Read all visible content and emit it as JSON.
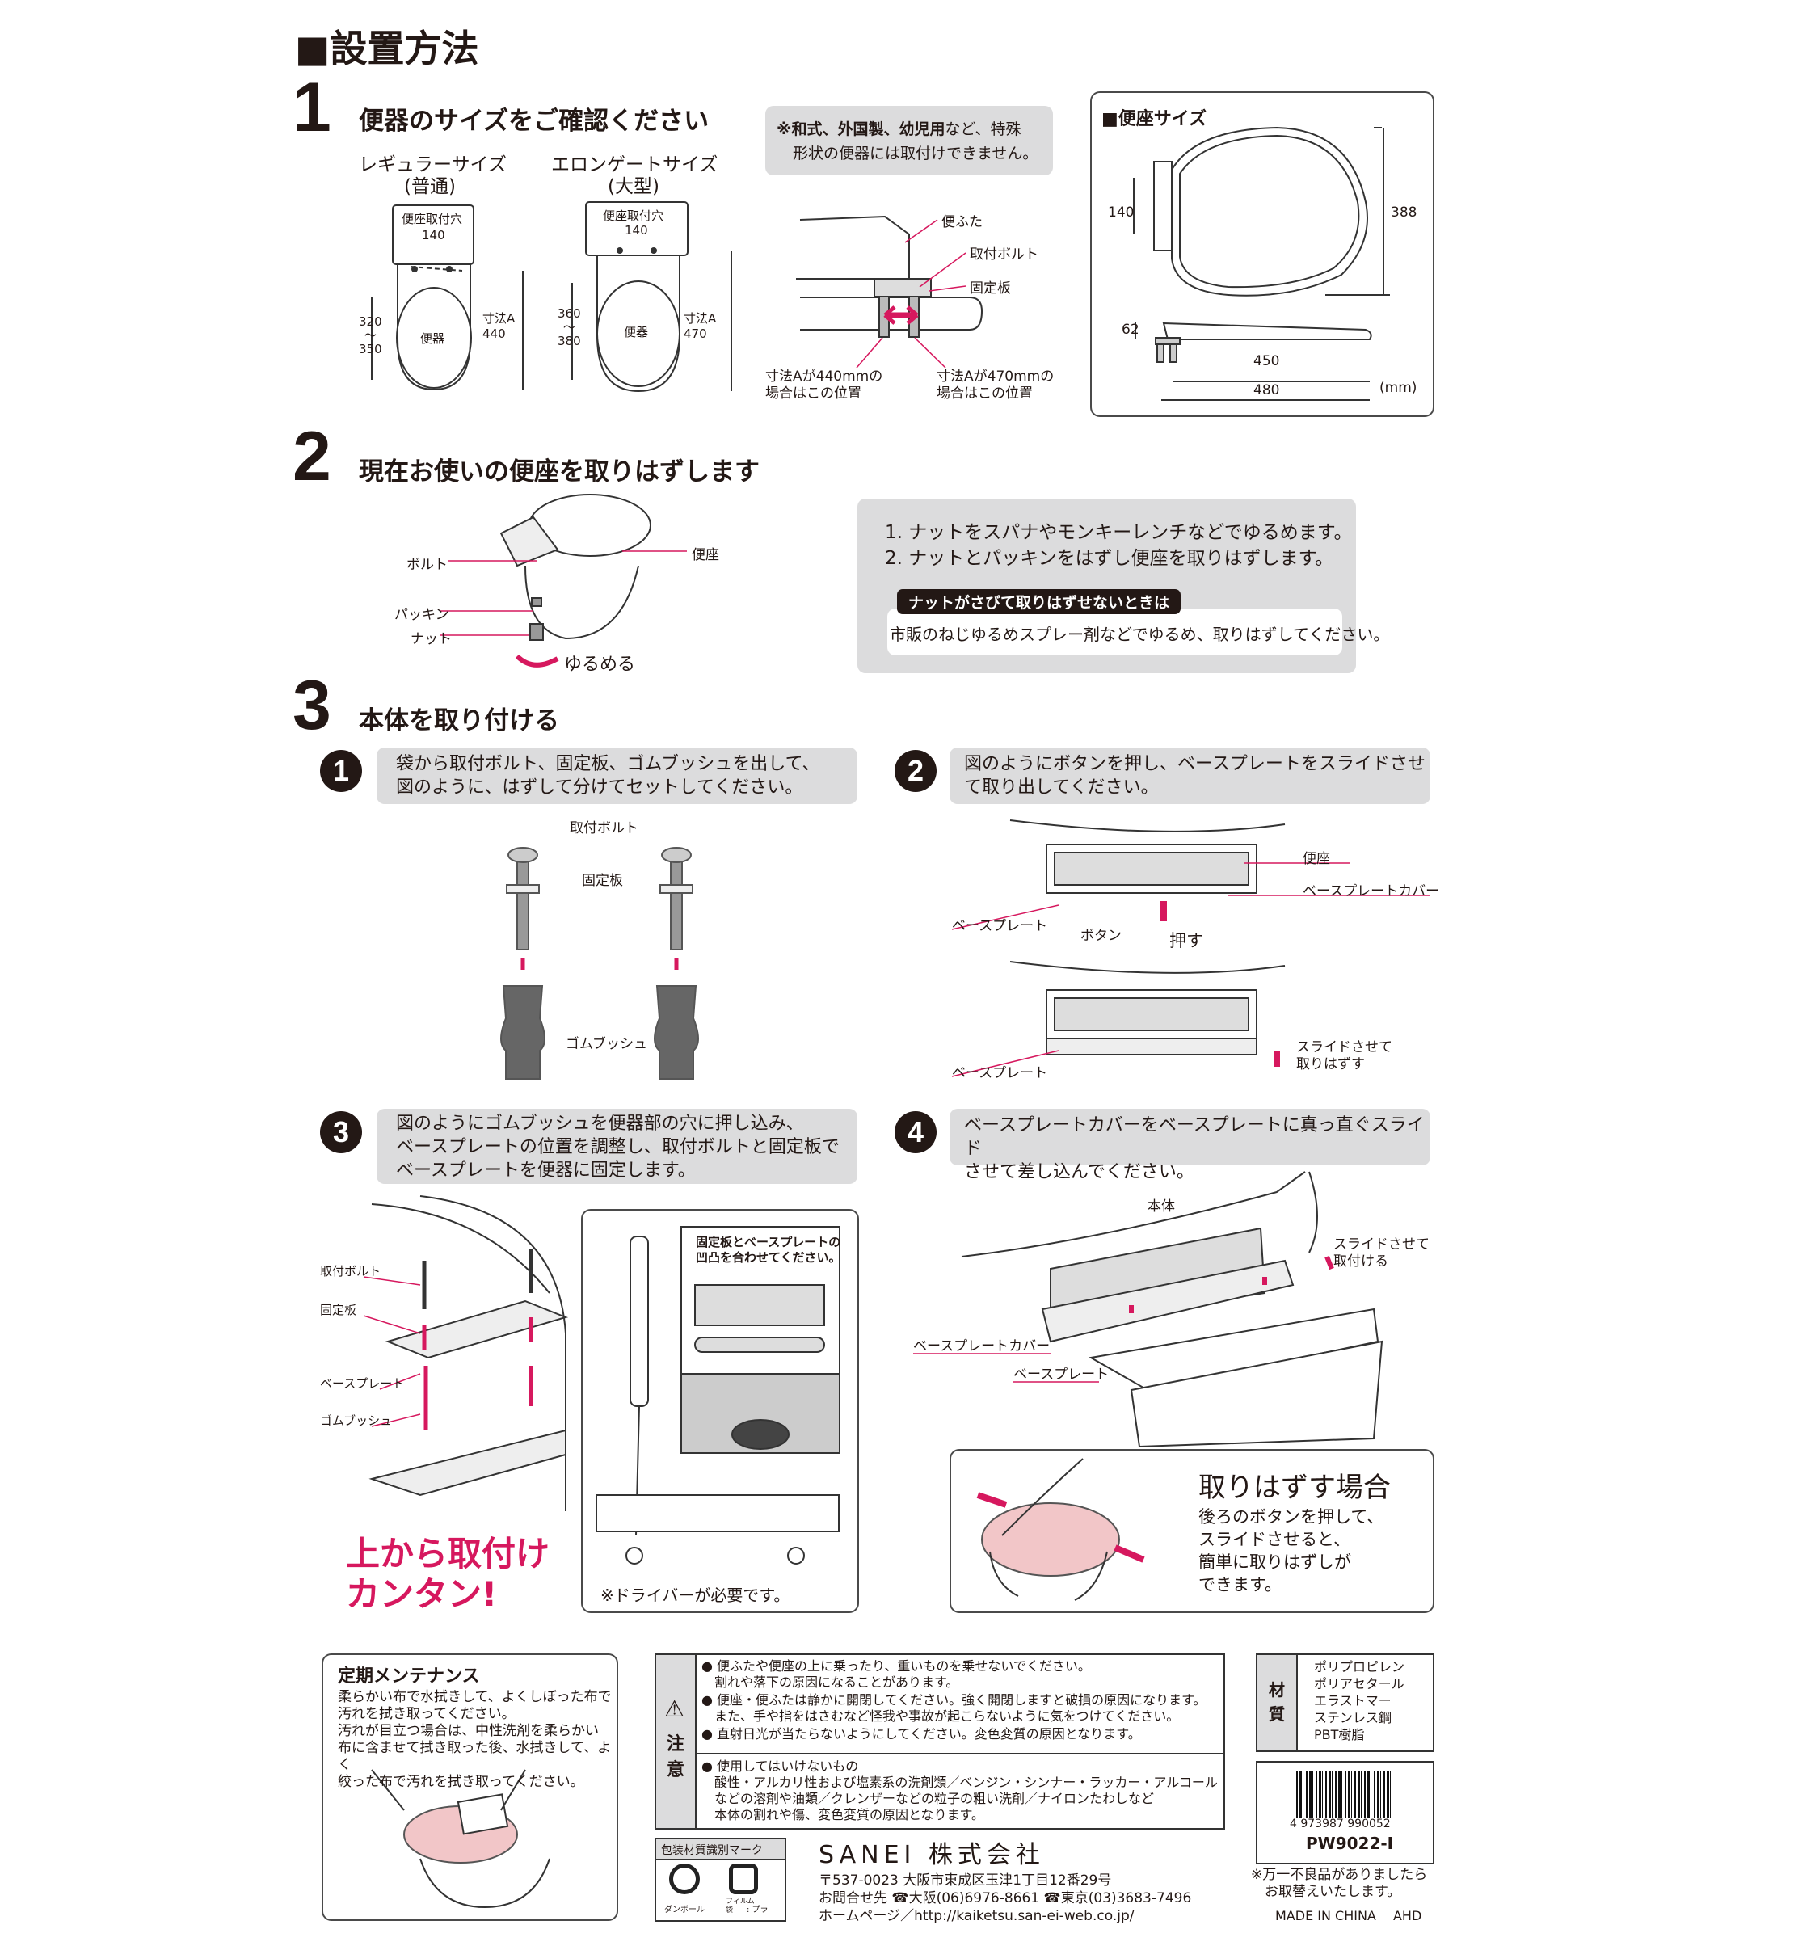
{
  "title": "■設置方法",
  "step1": {
    "number": "1",
    "heading": "便器のサイズをご確認ください",
    "regular": {
      "label": "レギュラーサイズ",
      "sub": "(普通)",
      "hole_label": "便座取付穴",
      "hole_pitch": "140",
      "bowl_label": "便器",
      "range": "320\n〜\n350",
      "dim_a": "寸法A\n440"
    },
    "elongated": {
      "label": "エロンゲートサイズ",
      "sub": "(大型)",
      "hole_label": "便座取付穴",
      "hole_pitch": "140",
      "bowl_label": "便器",
      "range": "360\n〜\n380",
      "dim_a": "寸法A\n470"
    },
    "note_bold": "※和式、外国製、幼児用",
    "note_rest": "など、特殊",
    "note_line2": "形状の便器には取付けできません。",
    "side": {
      "lid": "便ふた",
      "bolt": "取付ボルト",
      "plate": "固定板",
      "pos440": "寸法Aが440mmの\n場合はこの位置",
      "pos470": "寸法Aが470mmの\n場合はこの位置"
    },
    "seat_size": {
      "title": "■便座サイズ",
      "pitch": "140",
      "length": "388",
      "height": "62",
      "w450": "450",
      "w480": "480",
      "unit": "(mm)"
    }
  },
  "step2": {
    "number": "2",
    "heading": "現在お使いの便座を取りはずします",
    "labels": {
      "bolt": "ボルト",
      "packing": "パッキン",
      "nut": "ナット",
      "seat": "便座",
      "loosen": "ゆるめる"
    },
    "instructions": [
      "1. ナットをスパナやモンキーレンチなどでゆるめます。",
      "2. ナットとパッキンをはずし便座を取りはずします。"
    ],
    "tip_title": "ナットがさびて取りはずせないときは",
    "tip_text": "市販のねじゆるめスプレー剤などでゆるめ、取りはずしてください。"
  },
  "step3": {
    "number": "3",
    "heading": "本体を取り付ける",
    "substeps": [
      {
        "num": "1",
        "text": "袋から取付ボルト、固定板、ゴムブッシュを出して、\n図のように、はずして分けてセットしてください。"
      },
      {
        "num": "2",
        "text": "図のようにボタンを押し、ベースプレートをスライドさせ\nて取り出してください。"
      },
      {
        "num": "3",
        "text": "図のようにゴムブッシュを便器部の穴に押し込み、\nベースプレートの位置を調整し、取付ボルトと固定板で\nベースプレートを便器に固定します。"
      },
      {
        "num": "4",
        "text": "ベースプレートカバーをベースプレートに真っ直ぐスライド\nさせて差し込んでください。"
      }
    ],
    "parts": {
      "bolt": "取付ボルト",
      "plate": "固定板",
      "bush": "ゴムブッシュ"
    },
    "remove": {
      "seat": "便座",
      "cover": "ベースプレートカバー",
      "base": "ベースプレート",
      "button": "ボタン",
      "push": "押す",
      "base2": "ベースプレート",
      "slide": "スライドさせて\n取りはずす"
    },
    "fix": {
      "bolt": "取付ボルト",
      "plate": "固定板",
      "base": "ベースプレート",
      "bush": "ゴムブッシュ",
      "slogan": "上から取付け\nカンタン!"
    },
    "driver": {
      "inset": "固定板とベースプレートの\n凹凸を合わせてください。",
      "note": "※ドライバーが必要です。"
    },
    "attach": {
      "body": "本体",
      "slide": "スライドさせて\n取付ける",
      "cover": "ベースプレートカバー",
      "base": "ベースプレート"
    },
    "detach": {
      "title": "取りはずす場合",
      "text": "後ろのボタンを押して、\nスライドさせると、\n簡単に取りはずしが\nできます。"
    }
  },
  "maintenance": {
    "title": "定期メンテナンス",
    "text": "柔らかい布で水拭きして、よくしぼった布で\n汚れを拭き取ってください。\n汚れが目立つ場合は、中性洗剤を柔らかい\n布に含ませて拭き取った後、水拭きして、よく\n絞った布で汚れを拭き取ってください。"
  },
  "caution": {
    "label": "注\n意",
    "group1": [
      "● 便ふたや便座の上に乗ったり、重いものを乗せないでください。\n　割れや落下の原因になることがあります。",
      "● 便座・便ふたは静かに開閉してください。強く開閉しますと破損の原因になります。\n　また、手や指をはさむなど怪我や事故が起こらないように気をつけてください。",
      "● 直射日光が当たらないようにしてください。変色変質の原因となります。"
    ],
    "group2": "● 使用してはいけないもの\n　酸性・アルカリ性および塩素系の洗剤類／ベンジン・シンナー・ラッカー・アルコール\n　などの溶剤や油類／クレンザーなどの粒子の粗い洗剤／ナイロンたわしなど\n　本体の割れや傷、変色変質の原因となります。"
  },
  "materials": {
    "label": "材\n質",
    "items": [
      "ポリプロピレン",
      "ポリアセタール",
      "エラストマー",
      "ステンレス鋼",
      "PBT樹脂"
    ]
  },
  "barcode": {
    "number": "4 973987 990052",
    "model": "PW9022-I"
  },
  "packaging": {
    "title": "包装材質識別マーク",
    "cardboard": "ダンボール",
    "film": "フィルム\n袋",
    "pla": ": プラ"
  },
  "company": {
    "name": "SANEI 株式会社",
    "address": "〒537-0023 大阪市東成区玉津1丁目12番29号",
    "contact": "お問合せ先 ☎大阪(06)6976-8661 ☎東京(03)3683-7496",
    "web": "ホームページ／http://kaiketsu.san-ei-web.co.jp/"
  },
  "footer": {
    "defect": "※万一不良品がありましたら\n　お取替えいたします。",
    "origin": "MADE IN CHINA　 AHD"
  },
  "colors": {
    "accent": "#d6185e",
    "panel": "#dcdcdd",
    "ink": "#231815"
  }
}
